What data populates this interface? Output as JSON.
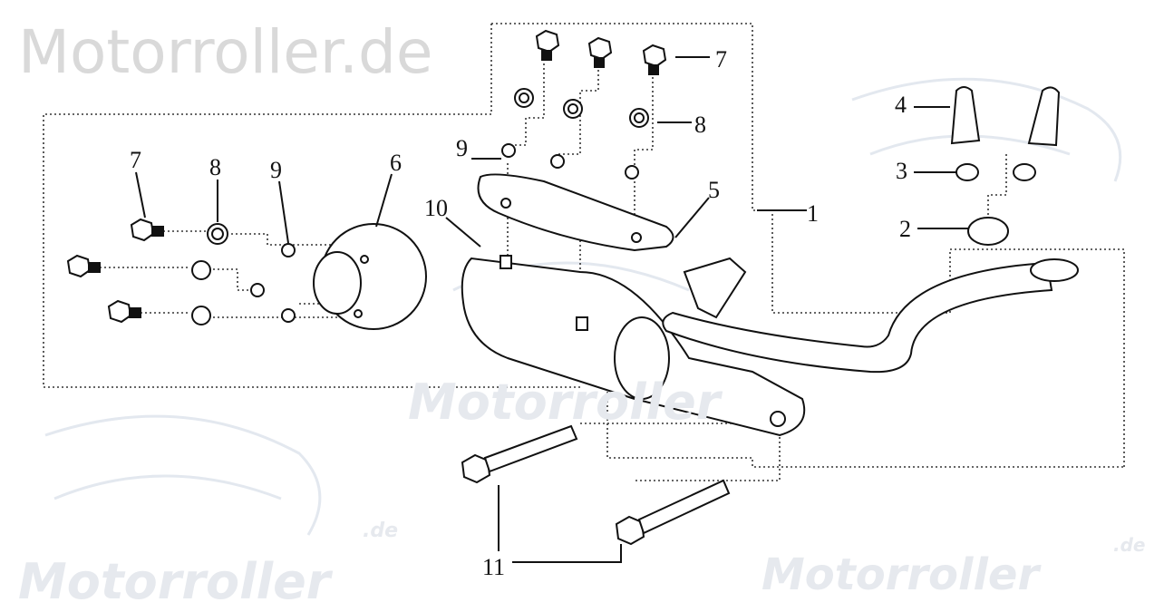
{
  "watermark": {
    "main": "Motorroller.de",
    "secondary": "Motorroller",
    "suffix": ".de"
  },
  "labels": {
    "p1": "1",
    "p2": "2",
    "p3": "3",
    "p4": "4",
    "p5": "5",
    "p6": "6",
    "p7a": "7",
    "p7b": "7",
    "p8a": "8",
    "p8b": "8",
    "p9a": "9",
    "p9b": "9",
    "p10": "10",
    "p11": "11"
  }
}
